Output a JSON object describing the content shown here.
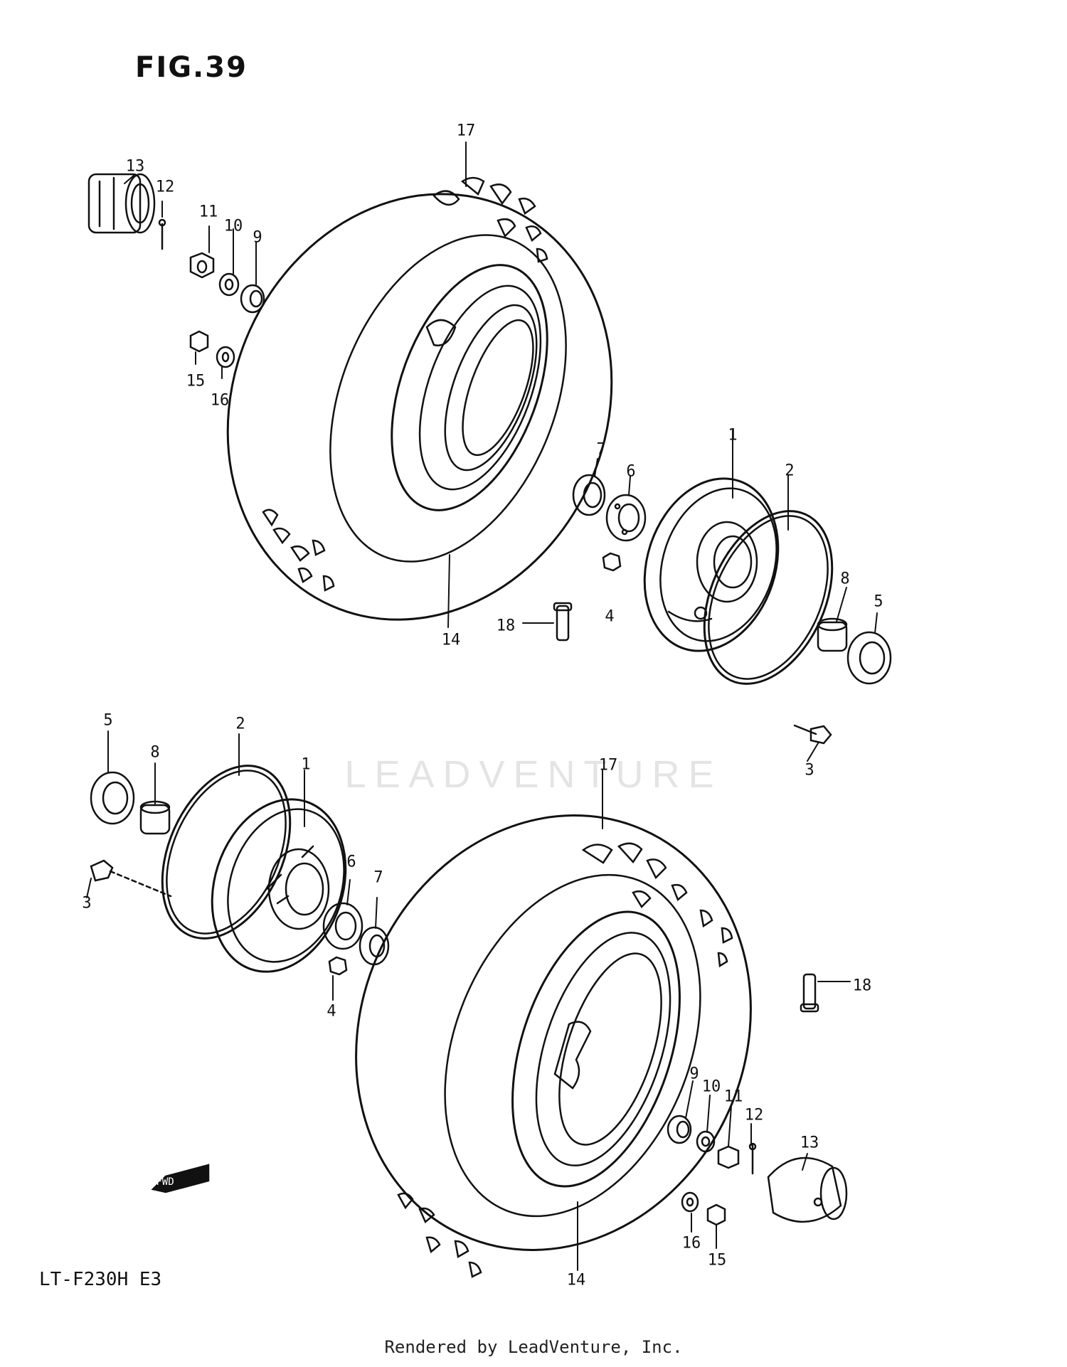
{
  "figure": {
    "title": "FIG.39",
    "model": "LT-F230H  E3"
  },
  "watermark": "LEADVENTURE",
  "footer": "Rendered by LeadVenture, Inc.",
  "fwd_badge": "FWD",
  "callouts": [
    {
      "id": "c17a",
      "label": "17"
    },
    {
      "id": "c13a",
      "label": "13"
    },
    {
      "id": "c12a",
      "label": "12"
    },
    {
      "id": "c11a",
      "label": "11"
    },
    {
      "id": "c10a",
      "label": "10"
    },
    {
      "id": "c9a",
      "label": "9"
    },
    {
      "id": "c15a",
      "label": "15"
    },
    {
      "id": "c16a",
      "label": "16"
    },
    {
      "id": "c7a",
      "label": "7"
    },
    {
      "id": "c6a",
      "label": "6"
    },
    {
      "id": "c1a",
      "label": "1"
    },
    {
      "id": "c2a",
      "label": "2"
    },
    {
      "id": "c8a",
      "label": "8"
    },
    {
      "id": "c5a",
      "label": "5"
    },
    {
      "id": "c4a",
      "label": "4"
    },
    {
      "id": "c18a",
      "label": "18"
    },
    {
      "id": "c14a",
      "label": "14"
    },
    {
      "id": "c3a",
      "label": "3"
    },
    {
      "id": "c5b",
      "label": "5"
    },
    {
      "id": "c8b",
      "label": "8"
    },
    {
      "id": "c2b",
      "label": "2"
    },
    {
      "id": "c1b",
      "label": "1"
    },
    {
      "id": "c3b",
      "label": "3"
    },
    {
      "id": "c6b",
      "label": "6"
    },
    {
      "id": "c7b",
      "label": "7"
    },
    {
      "id": "c4b",
      "label": "4"
    },
    {
      "id": "c17b",
      "label": "17"
    },
    {
      "id": "c18b",
      "label": "18"
    },
    {
      "id": "c9b",
      "label": "9"
    },
    {
      "id": "c10b",
      "label": "10"
    },
    {
      "id": "c11b",
      "label": "11"
    },
    {
      "id": "c12b",
      "label": "12"
    },
    {
      "id": "c13b",
      "label": "13"
    },
    {
      "id": "c16b",
      "label": "16"
    },
    {
      "id": "c15b",
      "label": "15"
    },
    {
      "id": "c14b",
      "label": "14"
    }
  ]
}
